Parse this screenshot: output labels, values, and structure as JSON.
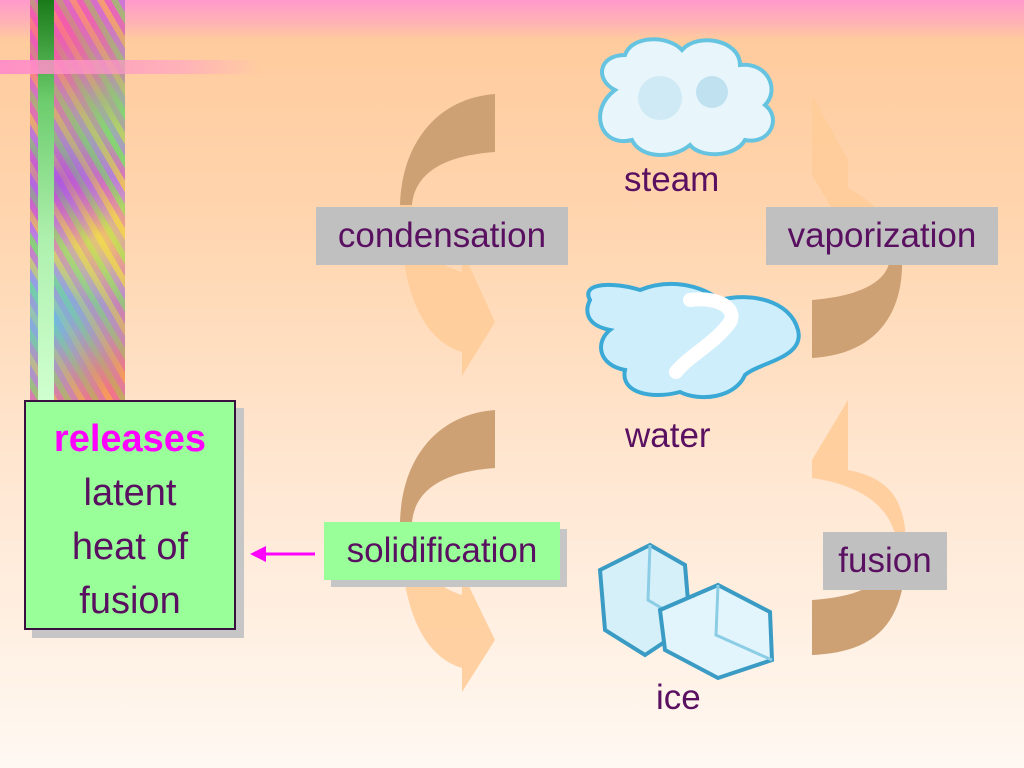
{
  "states": {
    "steam": "steam",
    "water": "water",
    "ice": "ice"
  },
  "processes": {
    "condensation": "condensation",
    "vaporization": "vaporization",
    "solidification": "solidification",
    "fusion": "fusion"
  },
  "callout": {
    "line1": "releases",
    "line2": "latent",
    "line3": "heat of",
    "line4": "fusion"
  },
  "colors": {
    "text": "#5a1060",
    "highlight": "#ff00ff",
    "arrow_active": "#cda174",
    "arrow_faded": "#ffcc99",
    "box_grey": "#c0c0c0",
    "box_green": "#99ff99"
  },
  "icons": {
    "steam": "cloud-icon",
    "water": "puddle-icon",
    "ice": "ice-cubes-icon",
    "pointer": "arrow-left-icon"
  }
}
